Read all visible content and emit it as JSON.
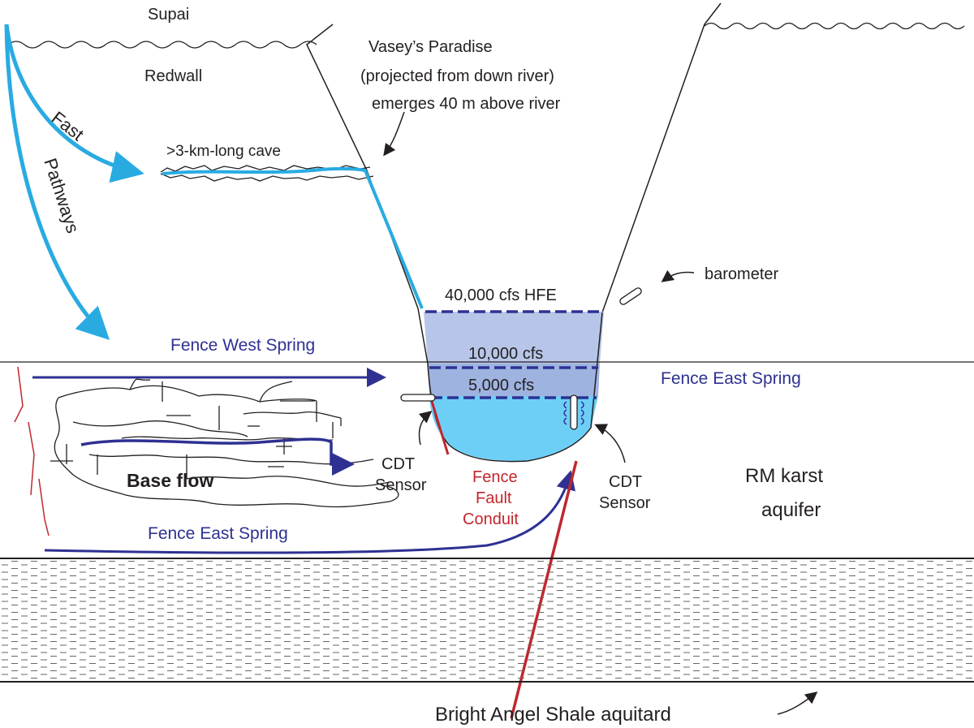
{
  "labels": {
    "supai": "Supai",
    "redwall": "Redwall",
    "vasey_line1": "Vasey’s Paradise",
    "vasey_line2": "(projected from down river)",
    "vasey_line3": "emerges 40 m above river",
    "cave": ">3-km-long cave",
    "fast": "Fast",
    "pathways": "Pathways",
    "hfe": "40,000 cfs HFE",
    "cfs10000": "10,000 cfs",
    "cfs5000": "5,000 cfs",
    "barometer": "barometer",
    "fence_west_spring": "Fence West Spring",
    "fence_east_spring_right": "Fence East Spring",
    "fence_east_spring_bottom": "Fence East Spring",
    "base_flow": "Base flow",
    "cdt_left_1": "CDT",
    "cdt_left_2": "Sensor",
    "cdt_right_1": "CDT",
    "cdt_right_2": "Sensor",
    "fault_1": "Fence",
    "fault_2": "Fault",
    "fault_3": "Conduit",
    "aquifer_1": "RM karst",
    "aquifer_2": "aquifer",
    "shale": "Bright Angel Shale aquitard"
  },
  "colors": {
    "fast_pathway": "#29abe2",
    "spring_flow": "#2e3192",
    "fault": "#c1272d",
    "water_hfe": "#b7c6e8",
    "water_10000": "#9fb3e0",
    "water_5000": "#8fb0e0",
    "water_base": "#6ecff6",
    "line": "#231f20"
  }
}
